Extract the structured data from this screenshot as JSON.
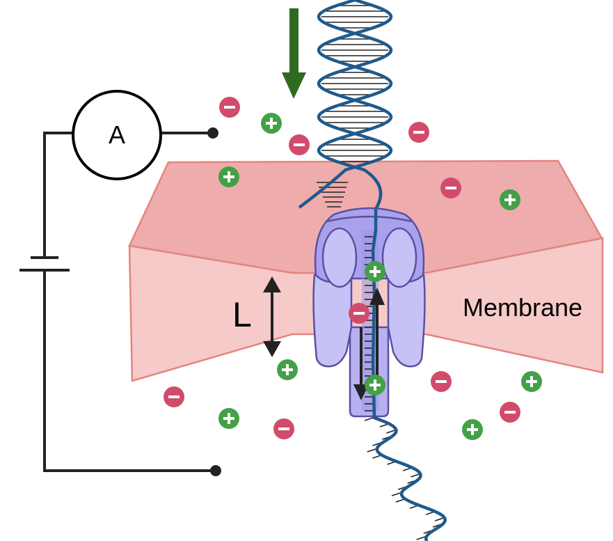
{
  "labels": {
    "ammeter": "A",
    "pore_length": "L",
    "membrane": "Membrane"
  },
  "colors": {
    "wire": "#222222",
    "membrane_top": "#eeadac",
    "membrane_front": "#f5cac8",
    "membrane_edge": "#e3847f",
    "pore_fill": "#b7b0f1",
    "pore_stroke": "#5a4fa3",
    "dna": "#1f5a8c",
    "arrow_green": "#2f6b1f",
    "negative_ion": "#d14b6b",
    "positive_ion": "#43a047"
  },
  "icons": {
    "negative_ion": "minus-circle-icon",
    "positive_ion": "plus-circle-icon",
    "translocation_arrow": "arrow-down-icon",
    "length_arrow": "double-arrow-vertical-icon"
  }
}
